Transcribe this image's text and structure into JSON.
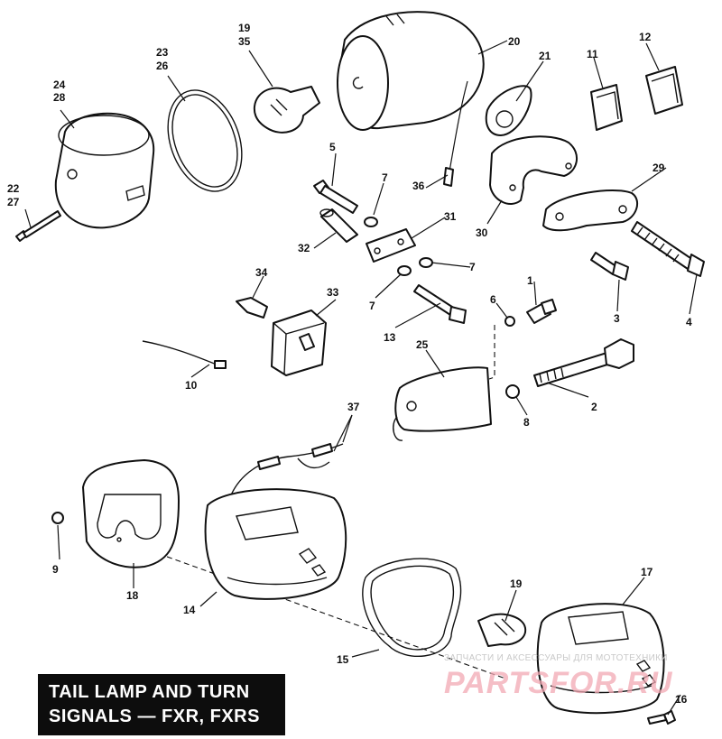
{
  "diagram": {
    "title_line1": "TAIL LAMP AND TURN",
    "title_line2": "SIGNALS — FXR, FXRS",
    "callouts": {
      "c1": "1",
      "c2": "2",
      "c3": "3",
      "c4": "4",
      "c5": "5",
      "c6": "6",
      "c7a": "7",
      "c7b": "7",
      "c7c": "7",
      "c8": "8",
      "c9": "9",
      "c10": "10",
      "c11": "11",
      "c12": "12",
      "c13": "13",
      "c14": "14",
      "c15": "15",
      "c16": "16",
      "c17": "17",
      "c18": "18",
      "c19a": "19",
      "c19b": "19",
      "c20": "20",
      "c21": "21",
      "c22": "22",
      "c23": "23",
      "c24": "24",
      "c25": "25",
      "c26": "26",
      "c27": "27",
      "c28": "28",
      "c29": "29",
      "c30": "30",
      "c31": "31",
      "c32": "32",
      "c33": "33",
      "c34": "34",
      "c35": "35",
      "c36": "36",
      "c37": "37"
    }
  },
  "watermark": {
    "text": "ЗАПЧАСТИ И АКСЕССУАРЫ ДЛЯ МОТОТЕХНИКИ",
    "logo": "PARTSFOR.RU",
    "color": "#f2a9b4"
  }
}
